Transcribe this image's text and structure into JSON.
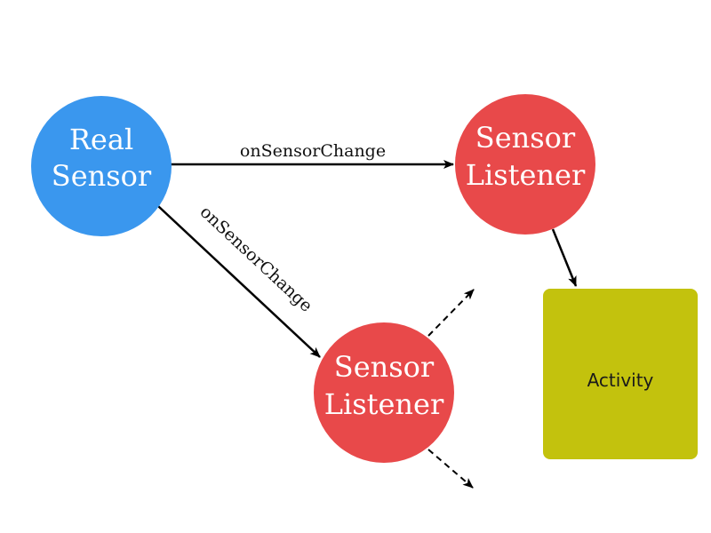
{
  "nodes": {
    "real_sensor": {
      "line1": "Real",
      "line2": "Sensor",
      "color": "#3a97ee"
    },
    "listener_top": {
      "line1": "Sensor",
      "line2": "Listener",
      "color": "#e8494a"
    },
    "listener_bottom": {
      "line1": "Sensor",
      "line2": "Listener",
      "color": "#e8494a"
    },
    "activity": {
      "label": "Activity",
      "color": "#c3c20d"
    }
  },
  "edges": {
    "to_top_listener": {
      "label": "onSensorChange"
    },
    "to_bottom_listener": {
      "label": "onSensorChange"
    }
  }
}
